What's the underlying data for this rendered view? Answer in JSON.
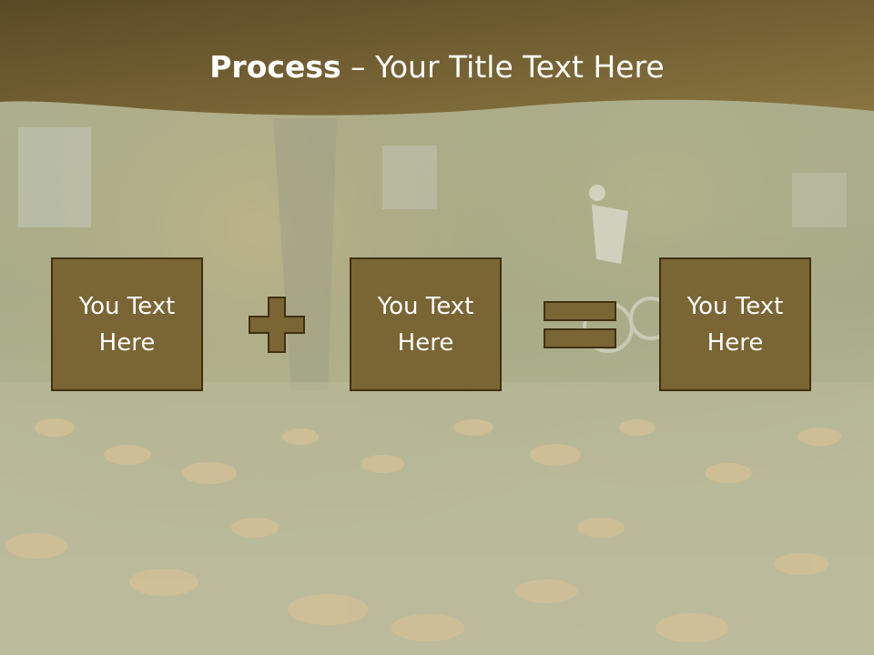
{
  "slide": {
    "title_bold": "Process",
    "title_rest": " – Your Title Text Here",
    "boxes": [
      {
        "text": "You Text Here"
      },
      {
        "text": "You Text Here"
      },
      {
        "text": "You Text Here"
      }
    ],
    "operators": [
      "plus",
      "equals"
    ]
  },
  "colors": {
    "header": "#6b5a35",
    "box_fill": "#7a6534",
    "box_border": "#3f3110",
    "operator_fill": "#7a6534",
    "operator_border": "#3f3110",
    "text": "#ffffff"
  }
}
